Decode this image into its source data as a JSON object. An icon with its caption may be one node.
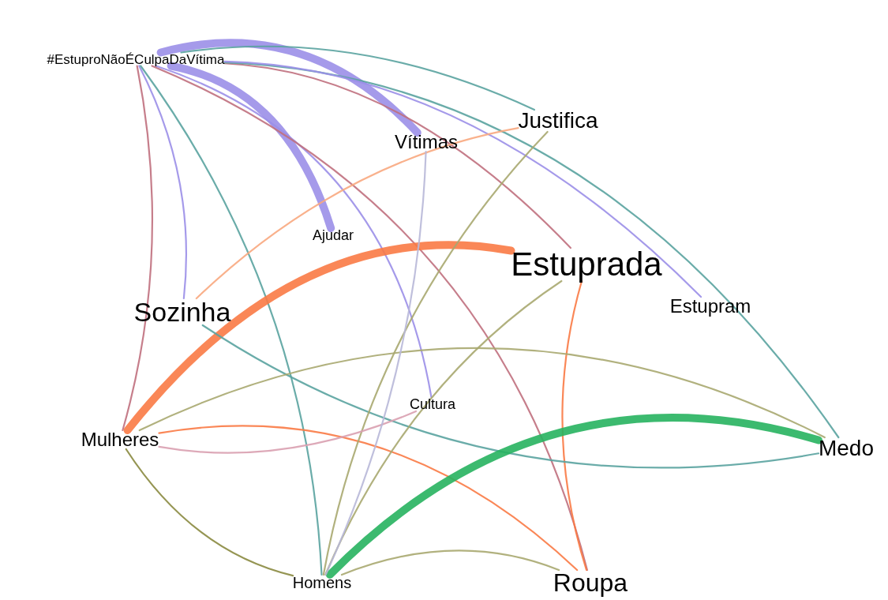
{
  "diagram": {
    "nodes": [
      {
        "text": [
          "#EstuproNãoÉCulpaDaVítima"
        ]
      },
      {
        "text": [
          "Justifica"
        ]
      },
      {
        "text": [
          "Vítimas"
        ]
      },
      {
        "text": [
          "Ajudar"
        ]
      },
      {
        "text": [
          "Estuprada"
        ]
      },
      {
        "text": [
          "Sozinha"
        ]
      },
      {
        "text": [
          "Estupram"
        ]
      },
      {
        "text": [
          "Cultura"
        ]
      },
      {
        "text": [
          "Mulheres"
        ]
      },
      {
        "text": [
          "Medo"
        ]
      },
      {
        "text": [
          "Homens"
        ]
      },
      {
        "text": [
          "Roupa"
        ]
      }
    ],
    "edges": [
      {
        "from": 0,
        "to": 3,
        "arrow": "none",
        "style": "thick",
        "color": "#9b8fe8"
      },
      {
        "from": 0,
        "to": 2,
        "arrow": "none",
        "style": "thick",
        "color": "#9b8fe8"
      },
      {
        "from": 0,
        "to": 7,
        "arrow": "none",
        "color": "#9b8fe8"
      },
      {
        "from": 0,
        "to": 5,
        "arrow": "none",
        "color": "#9b8fe8"
      },
      {
        "from": 0,
        "to": 8,
        "arrow": "none",
        "color": "#c0707e"
      },
      {
        "from": 0,
        "to": 10,
        "arrow": "none",
        "color": "#5aa3a0"
      },
      {
        "from": 0,
        "to": 4,
        "arrow": "none",
        "color": "#c0707e"
      },
      {
        "from": 0,
        "to": 11,
        "arrow": "none",
        "color": "#c0707e"
      },
      {
        "from": 0,
        "to": 1,
        "arrow": "none",
        "color": "#5aa3a0"
      },
      {
        "from": 0,
        "to": 9,
        "arrow": "none",
        "color": "#5aa3a0"
      },
      {
        "from": 0,
        "to": 6,
        "arrow": "none",
        "color": "#9b8fe8"
      },
      {
        "from": 8,
        "to": 4,
        "arrow": "none",
        "style": "thick",
        "color": "#fa7a45"
      },
      {
        "from": 4,
        "to": 11,
        "arrow": "none",
        "color": "#fa7a45"
      },
      {
        "from": 8,
        "to": 11,
        "arrow": "none",
        "color": "#fa7a45"
      },
      {
        "from": 5,
        "to": 9,
        "arrow": "none",
        "color": "#5aa3a0"
      },
      {
        "from": 10,
        "to": 9,
        "arrow": "none",
        "style": "thick",
        "color": "#27b35f"
      },
      {
        "from": 8,
        "to": 10,
        "arrow": "none",
        "color": "#8a8a40"
      },
      {
        "from": 10,
        "to": 1,
        "arrow": "none",
        "color": "#a8a870"
      },
      {
        "from": 10,
        "to": 4,
        "arrow": "none",
        "color": "#a8a870"
      },
      {
        "from": 10,
        "to": 11,
        "arrow": "none",
        "color": "#a8a870"
      },
      {
        "from": 8,
        "to": 9,
        "arrow": "none",
        "color": "#a8a870"
      },
      {
        "from": 8,
        "to": 7,
        "arrow": "none",
        "color": "#d9a0b0"
      },
      {
        "from": 1,
        "to": 5,
        "arrow": "none",
        "color": "#f8a880"
      },
      {
        "from": 2,
        "to": 10,
        "arrow": "none",
        "color": "#b8b8d8"
      }
    ]
  }
}
